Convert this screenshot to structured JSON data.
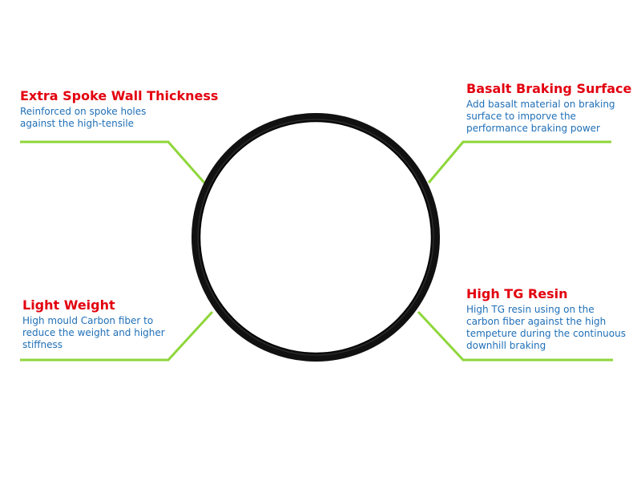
{
  "colors": {
    "title": "#e3000f",
    "body": "#1f6fb7",
    "leader_line": "#8ed63a",
    "rim": "#111111"
  },
  "callouts": {
    "top_left": {
      "title": "Extra Spoke Wall Thickness",
      "lines": [
        "Reinforced on spoke holes",
        "against the  high-tensile"
      ]
    },
    "top_right": {
      "title": "Basalt Braking Surface",
      "lines": [
        "Add basalt material on braking",
        "surface to imporve the",
        "performance braking power"
      ]
    },
    "bottom_left": {
      "title": "Light Weight",
      "lines": [
        "High mould Carbon fiber to",
        "reduce the weight and higher",
        "stiffness"
      ]
    },
    "bottom_right": {
      "title": "High TG Resin",
      "lines": [
        "High TG resin using on the",
        "carbon fiber against the high",
        "tempeture during the continuous",
        "downhill braking"
      ]
    }
  }
}
